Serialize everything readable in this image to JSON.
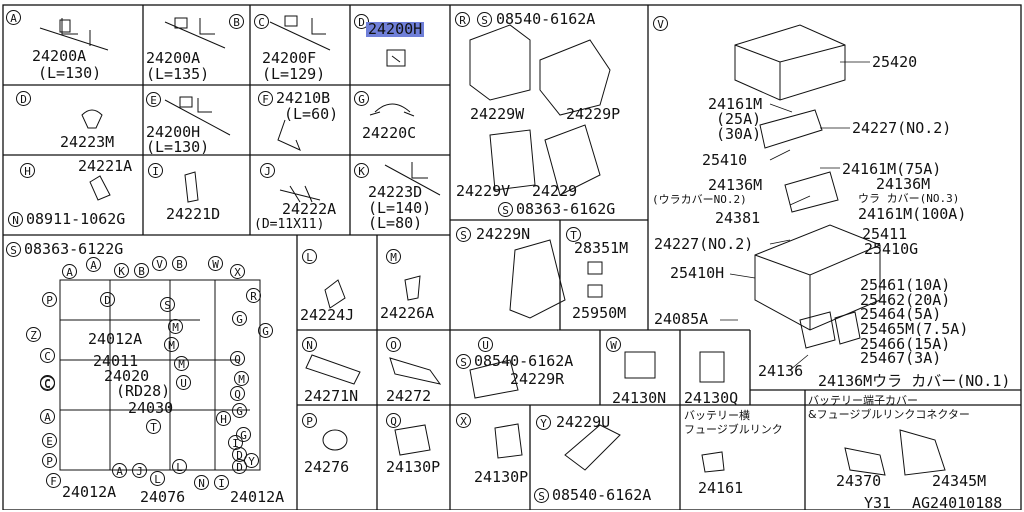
{
  "diagram": {
    "footer_code": "AG24010188",
    "footer_model": "Y31",
    "panel_A": {
      "letter": "A",
      "part": "24200A",
      "spec": "(L=130)"
    },
    "panel_B": {
      "letter": "B",
      "part": "24200A",
      "spec": "(L=135)"
    },
    "panel_C": {
      "letter": "C",
      "part": "24200F",
      "spec": "(L=129)"
    },
    "panel_D": {
      "letter": "D",
      "part": "24200H"
    },
    "panel_Dbig": {
      "letter": "D",
      "part": "24223M"
    },
    "panel_E": {
      "letter": "E",
      "part": "24200H",
      "spec": "(L=130)"
    },
    "panel_F": {
      "letter": "F",
      "part": "24210B",
      "spec": "(L=60)"
    },
    "panel_G": {
      "letter": "G",
      "part": "24220C"
    },
    "panel_H": {
      "letter": "H",
      "part": "24221A",
      "sub_letter": "N",
      "sub_part": "08911-1062G"
    },
    "panel_I": {
      "letter": "I",
      "part": "24221D"
    },
    "panel_J": {
      "letter": "J",
      "part": "24222A",
      "spec": "(D=11X11)"
    },
    "panel_K": {
      "letter": "K",
      "part": "24223D",
      "spec1": "(L=140)",
      "spec2": "(L=80)"
    },
    "panel_R": {
      "letter": "R",
      "s_letter": "S",
      "s_part": "08540-6162A",
      "parts": [
        "24229W",
        "24229P",
        "24229V",
        "24229"
      ],
      "s2_part": "08363-6162G"
    },
    "panel_S": {
      "letter": "S",
      "part": "24229N"
    },
    "panel_T": {
      "letter": "T",
      "part1": "28351M",
      "part2": "25950M"
    },
    "panel_V": {
      "letter": "V",
      "labels": [
        "25420",
        "24161M",
        "(25A)",
        "(30A)",
        "24227(NO.2)",
        "25410",
        "24161M(75A)",
        "24136M",
        "(ウラカバーNO.2)",
        "24136M",
        "ウラ カバー(NO.3)",
        "24381",
        "24161M(100A)",
        "25411",
        "24227(NO.2)",
        "25410G",
        "25410H",
        "25461(10A)",
        "25462(20A)",
        "24085A",
        "25464(5A)",
        "25465M(7.5A)",
        "25466(15A)",
        "25467(3A)",
        "24136",
        "24136Mウラ カバー(NO.1)"
      ]
    },
    "panel_main": {
      "s_letter": "S",
      "s_part": "08363-6122G",
      "labels": [
        "24012A",
        "24011",
        "24020",
        "(RD28)",
        "24030",
        "24076",
        "24012A",
        "24012A"
      ],
      "letters": [
        "A",
        "A",
        "K",
        "B",
        "V",
        "B",
        "W",
        "X",
        "P",
        "S",
        "R",
        "D",
        "M",
        "G",
        "Z",
        "G",
        "C",
        "M",
        "C",
        "M",
        "Q",
        "C",
        "U",
        "M",
        "Q",
        "T",
        "G",
        "A",
        "H",
        "G",
        "E",
        "I",
        "D",
        "P",
        "Y",
        "F",
        "A",
        "J",
        "L",
        "L",
        "N",
        "I",
        "D"
      ]
    },
    "panel_L": {
      "letter": "L",
      "part": "24224J"
    },
    "panel_M": {
      "letter": "M",
      "part": "24226A"
    },
    "panel_N": {
      "letter": "N",
      "part": "24271N"
    },
    "panel_O": {
      "letter": "O",
      "part": "24272"
    },
    "panel_U": {
      "letter": "U",
      "s_letter": "S",
      "s_part": "08540-6162A",
      "part": "24229R"
    },
    "panel_W": {
      "letter": "W",
      "part1": "24130N",
      "part2": "24130Q"
    },
    "panel_P": {
      "letter": "P",
      "part": "24276"
    },
    "panel_Q": {
      "letter": "Q",
      "part": "24130P"
    },
    "panel_X": {
      "letter": "X",
      "part": "24130P"
    },
    "panel_Y": {
      "letter": "Y",
      "part": "24229U",
      "s_letter": "S",
      "s_part": "08540-6162A"
    },
    "panel_batt": {
      "title1": "バッテリー横",
      "title2": "フュージブルリンク",
      "part": "24161"
    },
    "panel_term": {
      "title1": "バッテリー端子カバー",
      "title2": "&フュージブルリンクコネクター",
      "part1": "24370",
      "part2": "24345M"
    }
  }
}
